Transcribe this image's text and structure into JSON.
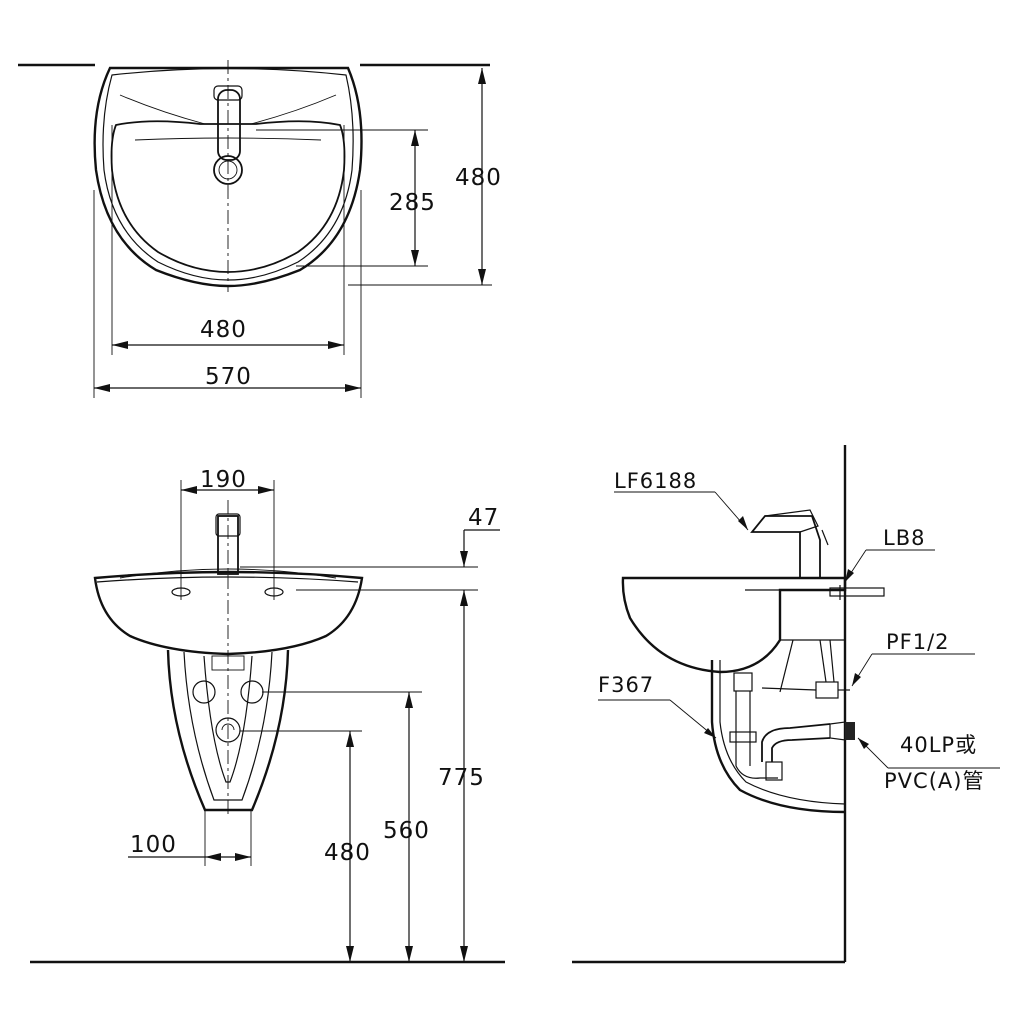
{
  "top_view": {
    "dims": {
      "height_total": "480",
      "bowl_depth": "285",
      "bowl_width": "480",
      "total_width": "570"
    }
  },
  "front_view": {
    "dims": {
      "faucet_spacing": "190",
      "rim_offset": "47",
      "rim_height": "775",
      "supply_height": "560",
      "drain_height": "480",
      "pedestal_width": "100"
    }
  },
  "side_view": {
    "labels": {
      "faucet": "LF6188",
      "bolt": "LB8",
      "valve": "PF1/2",
      "pedestal": "F367",
      "drain_line1": "40LP或",
      "drain_line2": "PVC(A)管"
    }
  }
}
